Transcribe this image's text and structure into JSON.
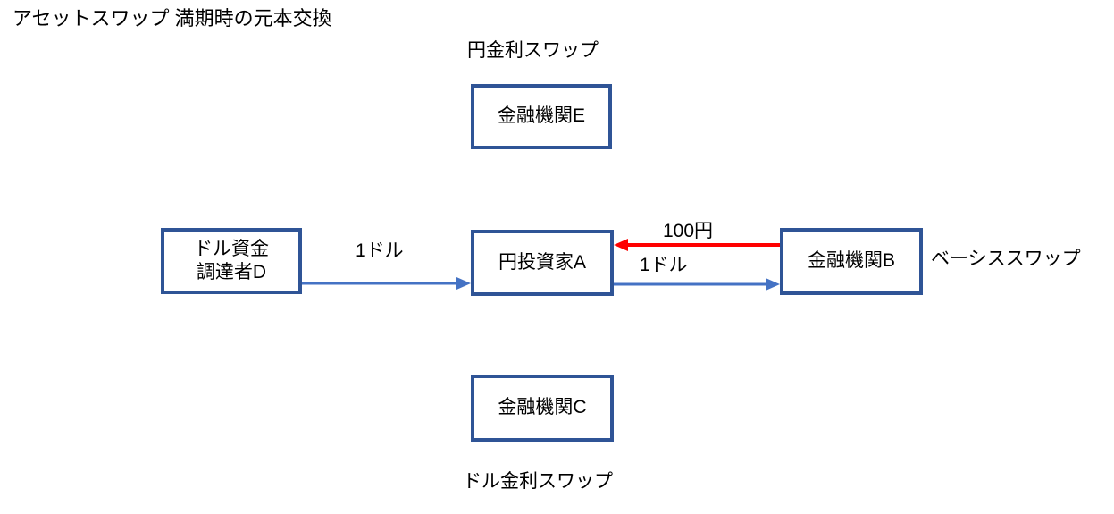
{
  "title": "アセットスワップ 満期時の元本交換",
  "diagram": {
    "top_label": "円金利スワップ",
    "bottom_label": "ドル金利スワップ",
    "right_label": "ベーシススワップ",
    "nodes": {
      "institution_e": "金融機関E",
      "funder_d_line1": "ドル資金",
      "funder_d_line2": "調達者D",
      "investor_a": "円投資家A",
      "institution_b": "金融機関B",
      "institution_c": "金融機関C"
    },
    "flows": {
      "d_to_a_label": "1ドル",
      "b_to_a_label": "100円",
      "a_to_b_label": "1ドル"
    }
  },
  "colors": {
    "box_border": "#2F5496",
    "arrow_blue": "#4472C4",
    "arrow_red": "#FF0000",
    "text": "#000000",
    "background": "#FFFFFF"
  }
}
